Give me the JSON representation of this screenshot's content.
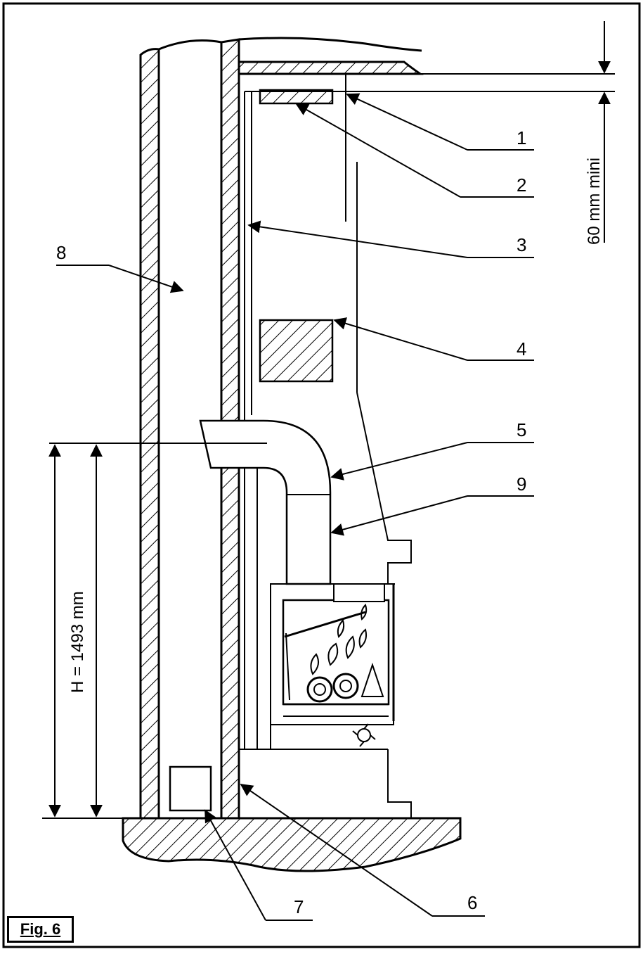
{
  "figure_label": "Fig. 6",
  "dimensions": {
    "clearance": "60 mm mini",
    "height": "H = 1493 mm"
  },
  "callouts": [
    "1",
    "2",
    "3",
    "4",
    "5",
    "9",
    "6",
    "7",
    "8"
  ],
  "colors": {
    "line": "#000000",
    "background": "#ffffff"
  }
}
